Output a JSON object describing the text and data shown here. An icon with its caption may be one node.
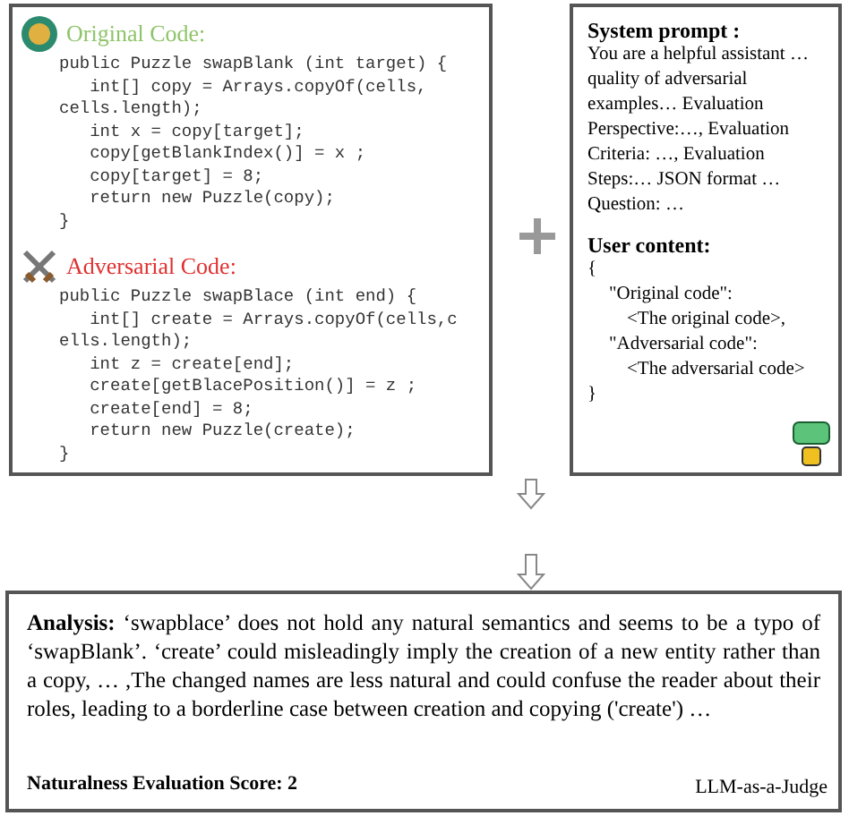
{
  "diagram": {
    "nodes": [
      {
        "text": [
          "Original Code:",
          "public Puzzle swapBlank (int target) {",
          "   int[] copy = Arrays.copyOf(cells,",
          "cells.length);",
          "   int x = copy[target];",
          "   copy[getBlankIndex()] = x ;",
          "   copy[target] = 8;",
          "   return new Puzzle(copy);",
          "}",
          "Adversarial Code:",
          "public Puzzle swapBlace (int end) {",
          "   int[] create = Arrays.copyOf(cells,c",
          "ells.length);",
          "   int z = create[end];",
          "   create[getBlacePosition()] = z ;",
          "   create[end] = 8;",
          "   return new Puzzle(create);",
          "}"
        ]
      },
      {
        "text": [
          "System prompt :",
          "You are a helpful assistant … quality of adversarial examples… Evaluation Perspective:…, Evaluation Criteria: …, Evaluation Steps:… JSON format … Question: …",
          "User content:",
          "{",
          "\"Original code\":",
          "<The original code>,",
          "\"Adversarial code\":",
          "<The adversarial code>",
          "}"
        ]
      },
      {
        "text": [
          "**Analysis:** ‘swapblace’ does not hold any natural semantics and seems to be a typo of ‘swapBlank’. ‘create’ could misleadingly imply the creation of a new entity rather than a copy, … ,The changed names are less natural and could confuse the reader about their roles, leading to a borderline case between creation and copying ('create') …",
          "Naturalness Evaluation Score: 2",
          "LLM-as-a-Judge"
        ]
      }
    ],
    "edges": [
      {
        "from": 0,
        "to": null,
        "arrow": "to"
      },
      {
        "from": 1,
        "to": null,
        "arrow": "to"
      },
      {
        "from": null,
        "to": 2,
        "arrow": "to"
      }
    ]
  }
}
